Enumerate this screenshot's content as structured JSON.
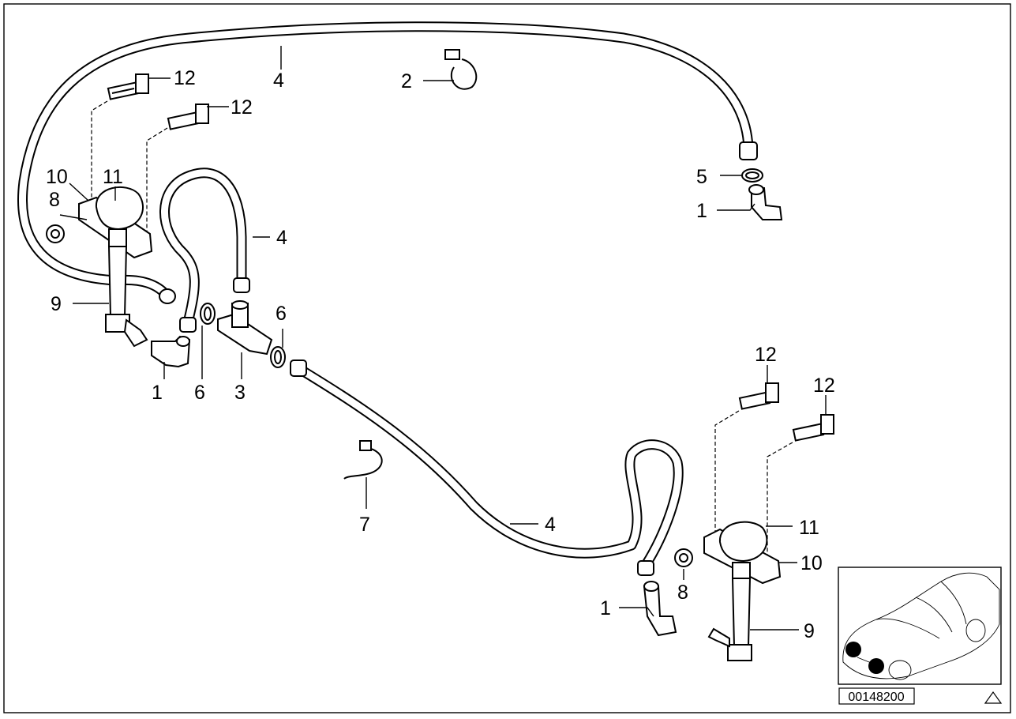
{
  "diagram": {
    "callouts": [
      {
        "key": "c4a",
        "text": "4"
      },
      {
        "key": "c2",
        "text": "2"
      },
      {
        "key": "c12a",
        "text": "12"
      },
      {
        "key": "c12b",
        "text": "12"
      },
      {
        "key": "c10a",
        "text": "10"
      },
      {
        "key": "c11a",
        "text": "11"
      },
      {
        "key": "c8a",
        "text": "8"
      },
      {
        "key": "c4b",
        "text": "4"
      },
      {
        "key": "c5",
        "text": "5"
      },
      {
        "key": "c1a",
        "text": "1"
      },
      {
        "key": "c9a",
        "text": "9"
      },
      {
        "key": "c6a",
        "text": "6"
      },
      {
        "key": "c1b",
        "text": "1"
      },
      {
        "key": "c6b",
        "text": "6"
      },
      {
        "key": "c3",
        "text": "3"
      },
      {
        "key": "c12c",
        "text": "12"
      },
      {
        "key": "c12d",
        "text": "12"
      },
      {
        "key": "c7",
        "text": "7"
      },
      {
        "key": "c4c",
        "text": "4"
      },
      {
        "key": "c11b",
        "text": "11"
      },
      {
        "key": "c10b",
        "text": "10"
      },
      {
        "key": "c8b",
        "text": "8"
      },
      {
        "key": "c1c",
        "text": "1"
      },
      {
        "key": "c9b",
        "text": "9"
      }
    ],
    "image_number": "00148200",
    "inset_markers_color": "#000000"
  }
}
